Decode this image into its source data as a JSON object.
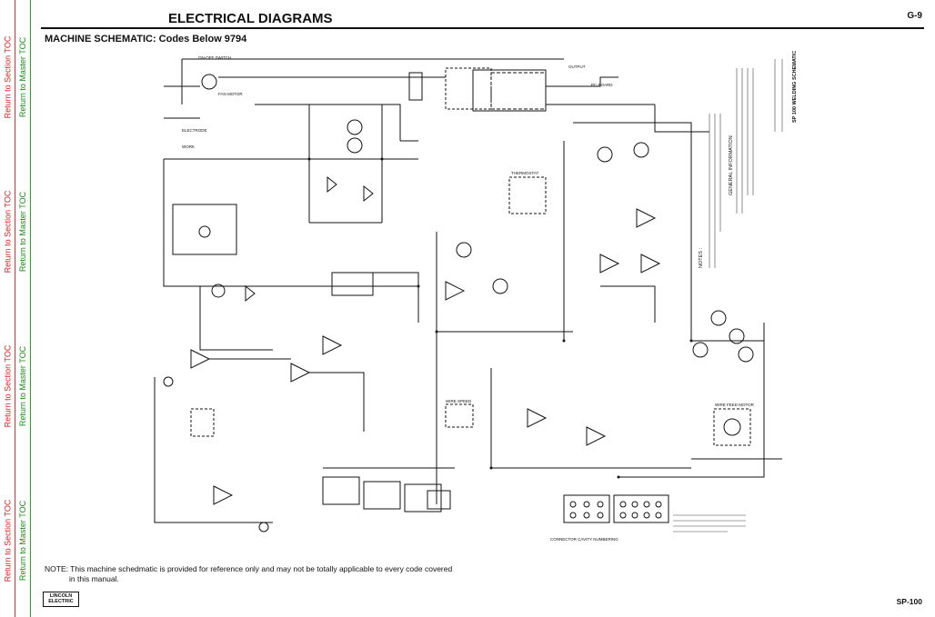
{
  "toc": {
    "section_label": "Return to Section TOC",
    "master_label": "Return to Master TOC"
  },
  "header": {
    "title": "ELECTRICAL DIAGRAMS",
    "page_code": "G-9",
    "subtitle": "MACHINE SCHEMATIC:  Codes Below 9794"
  },
  "note": {
    "line1": "NOTE:  This machine schedmatic is provided for reference only and may not be totally applicable to every code covered",
    "line2": "in this manual."
  },
  "footer": {
    "logo_line1": "LINCOLN",
    "logo_line2": "ELECTRIC",
    "page_number": "SP-100"
  },
  "diagram": {
    "title": "SP 100 WELDING SCHEMATIC",
    "general_info": "GENERAL INFORMATION",
    "notes_heading": "NOTES :",
    "labels": {
      "work": "WORK",
      "electrode": "ELECTRODE",
      "on_off_switch": "ON-OFF SWITCH",
      "fan_motor": "FAN MOTOR",
      "output": "OUTPUT",
      "pc_board": "PC BOARD",
      "wire_feed_motor": "WIRE FEED MOTOR",
      "connector": "CONNECTOR CAVITY NUMBERING",
      "pot": "WIRE SPEED",
      "thermostat": "THERMOSTAT"
    }
  }
}
